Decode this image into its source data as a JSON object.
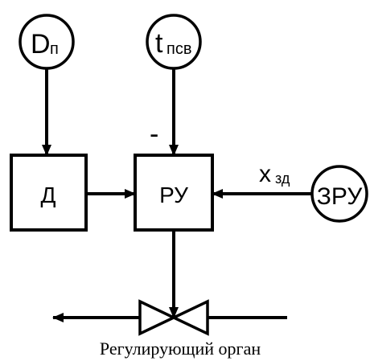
{
  "nodes": {
    "d_p": {
      "main": "D",
      "sub": "п"
    },
    "t_psv": {
      "main": "t",
      "sub": "псв"
    },
    "zru": {
      "label": "ЗРУ"
    },
    "d_block": {
      "label": "Д"
    },
    "ru_block": {
      "label": "РУ"
    }
  },
  "signals": {
    "minus_sign": "-",
    "x_zd": {
      "main": "x",
      "sub": "зд"
    }
  },
  "caption": "Регулирующий орган"
}
